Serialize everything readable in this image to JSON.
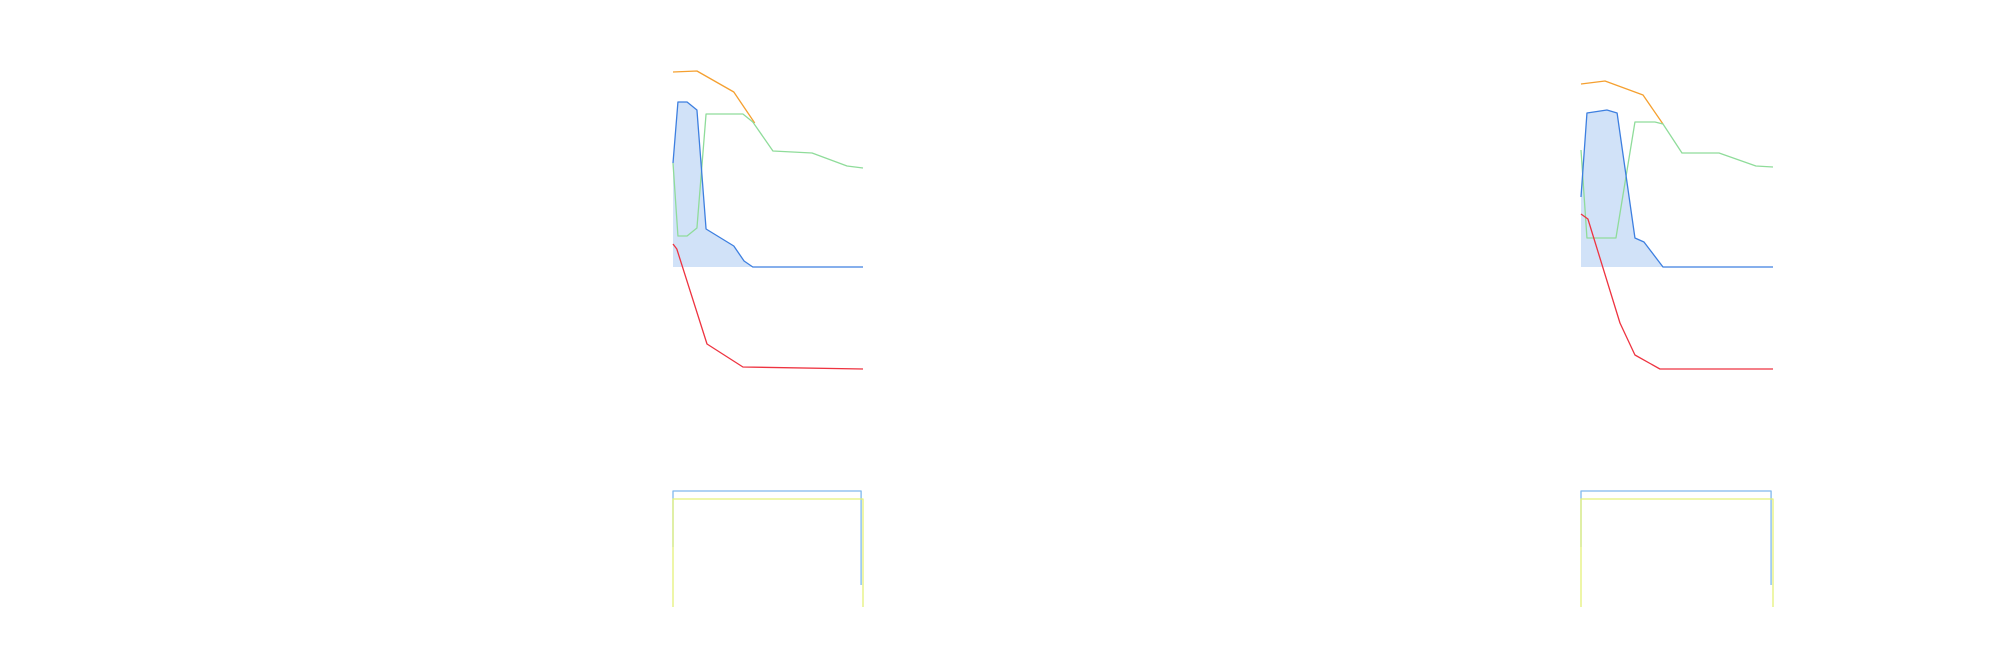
{
  "chart_data": [
    {
      "type": "line",
      "title": "",
      "xlabel": "",
      "ylabel": "",
      "grid": false,
      "legend": "none",
      "xlim": [
        0,
        100
      ],
      "series": [
        {
          "color": "#f5a030",
          "points": [
            [
              0,
              97.5
            ],
            [
              12.6,
              98
            ],
            [
              32,
              87.5
            ],
            [
              43,
              72
            ]
          ]
        },
        {
          "color": "#8fdc9a",
          "points": [
            [
              0,
              52
            ],
            [
              2.6,
              15.5
            ],
            [
              7.4,
              15.5
            ],
            [
              12.6,
              19.5
            ],
            [
              17.4,
              76.5
            ],
            [
              36.8,
              76.5
            ],
            [
              42,
              72.5
            ],
            [
              52.6,
              58
            ],
            [
              73.2,
              57
            ],
            [
              91.6,
              50.5
            ],
            [
              100,
              49.5
            ]
          ]
        },
        {
          "color": "#3d7fe0",
          "fill": "#d1e2f8",
          "points": [
            [
              0,
              52
            ],
            [
              2.6,
              82.5
            ],
            [
              7.4,
              82.5
            ],
            [
              12.6,
              78.5
            ],
            [
              17.4,
              19
            ],
            [
              32,
              10.5
            ],
            [
              37.4,
              3
            ],
            [
              42,
              0
            ],
            [
              100,
              0
            ]
          ]
        },
        {
          "color": "#ee3340",
          "points": [
            [
              0,
              11.5
            ],
            [
              2,
              9
            ],
            [
              17.9,
              -38.5
            ],
            [
              36.8,
              -50
            ],
            [
              100,
              -51
            ]
          ]
        }
      ],
      "lower_series": [
        {
          "color": "#7fb8ee",
          "points": [
            [
              0,
              30
            ],
            [
              0,
              58
            ],
            [
              99,
              58
            ],
            [
              99,
              11
            ]
          ]
        },
        {
          "color": "#e4f27a",
          "points": [
            [
              0,
              0
            ],
            [
              0,
              54
            ],
            [
              100,
              54
            ],
            [
              100,
              0
            ]
          ]
        }
      ]
    },
    {
      "type": "line",
      "title": "",
      "xlabel": "",
      "ylabel": "",
      "grid": false,
      "legend": "none",
      "xlim": [
        0,
        100
      ],
      "series": [
        {
          "color": "#f5a030",
          "points": [
            [
              0,
              91.5
            ],
            [
              12.5,
              93
            ],
            [
              32.3,
              86
            ],
            [
              42.7,
              71.5
            ]
          ]
        },
        {
          "color": "#8fdc9a",
          "points": [
            [
              0,
              58.5
            ],
            [
              3.1,
              14.5
            ],
            [
              18.2,
              14.5
            ],
            [
              28.1,
              72.5
            ],
            [
              38.5,
              72.5
            ],
            [
              42.7,
              71.5
            ],
            [
              52.6,
              57
            ],
            [
              71.9,
              57
            ],
            [
              91.1,
              50.5
            ],
            [
              100,
              50
            ]
          ]
        },
        {
          "color": "#3d7fe0",
          "fill": "#d1e2f8",
          "points": [
            [
              0,
              35
            ],
            [
              3.1,
              77
            ],
            [
              13.5,
              78.5
            ],
            [
              18.8,
              77
            ],
            [
              28.1,
              14.5
            ],
            [
              32.8,
              12.5
            ],
            [
              42.7,
              0
            ],
            [
              100,
              0
            ]
          ]
        },
        {
          "color": "#ee3340",
          "points": [
            [
              0,
              26.5
            ],
            [
              3.6,
              24
            ],
            [
              20.3,
              -28
            ],
            [
              28.1,
              -44
            ],
            [
              41.1,
              -51
            ],
            [
              100,
              -51
            ]
          ]
        }
      ],
      "lower_series": [
        {
          "color": "#7fb8ee",
          "points": [
            [
              0,
              30
            ],
            [
              0,
              58
            ],
            [
              99,
              58
            ],
            [
              99,
              11
            ]
          ]
        },
        {
          "color": "#e4f27a",
          "points": [
            [
              0,
              0
            ],
            [
              0,
              54
            ],
            [
              100,
              54
            ],
            [
              100,
              0
            ]
          ]
        }
      ]
    }
  ]
}
